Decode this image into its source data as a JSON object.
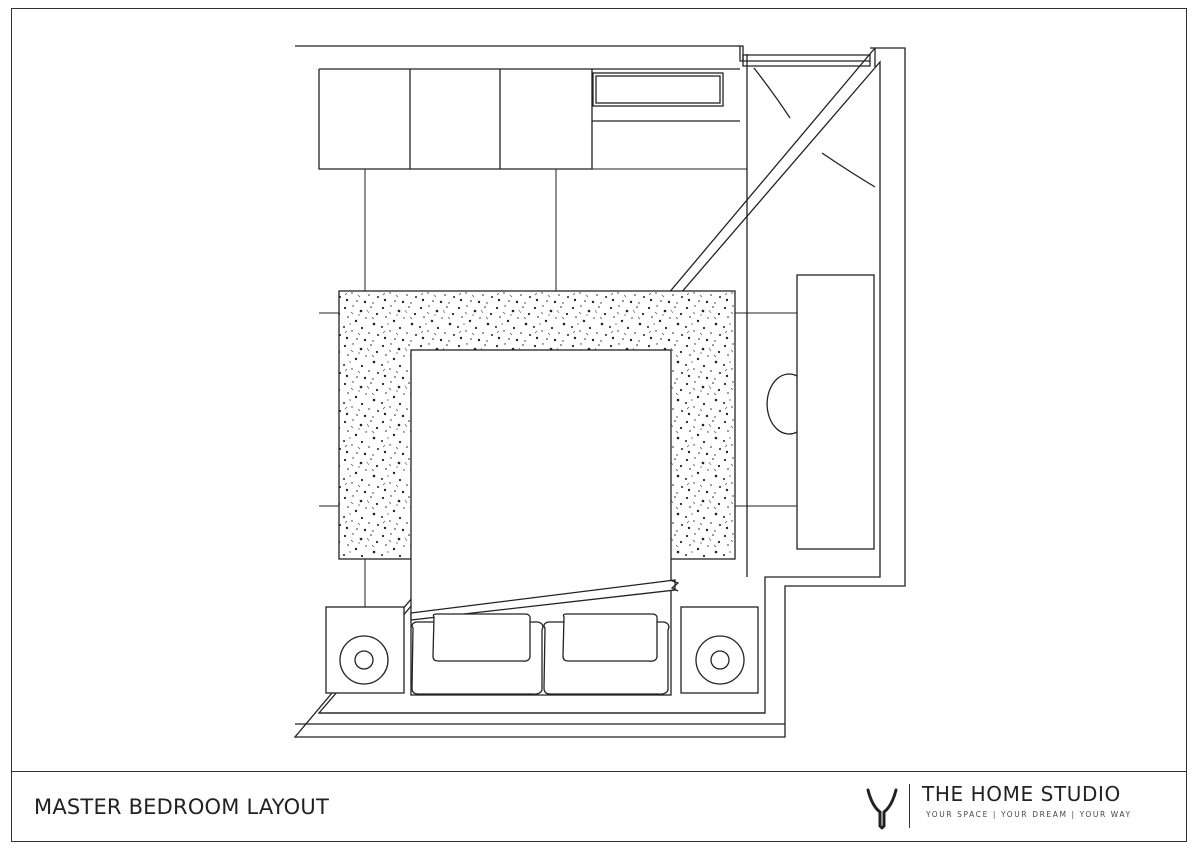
{
  "drawing": {
    "title": "MASTER BEDROOM LAYOUT"
  },
  "brand": {
    "name": "THE HOME STUDIO",
    "tagline": "YOUR SPACE  |  YOUR DREAM  |  YOUR WAY",
    "logo_icon": "horns-logo-icon"
  },
  "colors": {
    "line": "#222222",
    "paper": "#ffffff"
  }
}
